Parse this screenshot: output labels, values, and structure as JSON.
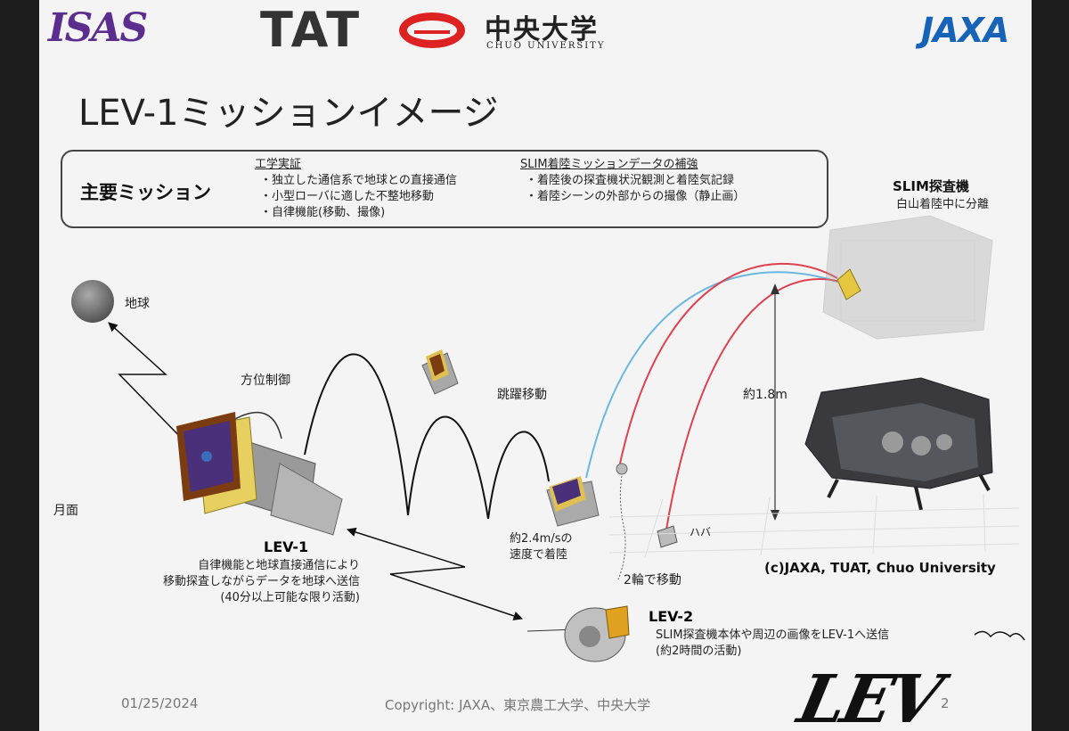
{
  "logos": {
    "isas": "ISAS",
    "tat": "TAT",
    "chuo_jp": "中央大学",
    "chuo_en": "CHUO UNIVERSITY",
    "jaxa": "JAXA",
    "lev": "LEV"
  },
  "title": "LEV-1ミッションイメージ",
  "mission": {
    "label": "主要ミッション",
    "col1": {
      "head": "工学実証",
      "items": [
        "独立した通信系で地球との直接通信",
        "小型ローバに適した不整地移動",
        "自律機能(移動、撮像)"
      ]
    },
    "col2": {
      "head": "SLIM着陸ミッションデータの補強",
      "items": [
        "着陸後の探査機状況観測と着陸気記録",
        "着陸シーンの外部からの撮像（静止画）"
      ]
    }
  },
  "labels": {
    "earth": "地球",
    "attitude": "方位制御",
    "hop": "跳躍移動",
    "moon_direction": "月面",
    "drive": "2輪で移動",
    "velocity_line1": "約2.4m/sの",
    "velocity_line2": "速度で着陸",
    "height": "約1.8m",
    "rover": "ハバ"
  },
  "slim": {
    "title": "SLIM探査機",
    "sub": "白山着陸中に分離"
  },
  "lev1": {
    "title": "LEV-1",
    "desc1": "自律機能と地球直接通信により",
    "desc2": "移動探査しながらデータを地球へ送信",
    "desc3": "(40分以上可能な限り活動)"
  },
  "lev2": {
    "title": "LEV-2",
    "desc1": "SLIM探査機本体や周辺の画像をLEV-1へ送信",
    "desc2": "(約2時間の活動)"
  },
  "credit": "(c)JAXA, TUAT, Chuo University",
  "footer": {
    "date": "01/25/2024",
    "copyright": "Copyright: JAXA、東京農工大学、中央大学",
    "page": "2"
  },
  "colors": {
    "isas": "#5b2d8e",
    "jaxa": "#1763b8",
    "chuo": "#dd2222",
    "red_trajectory": "#e0414f",
    "blue_trajectory": "#6ab8e0"
  }
}
